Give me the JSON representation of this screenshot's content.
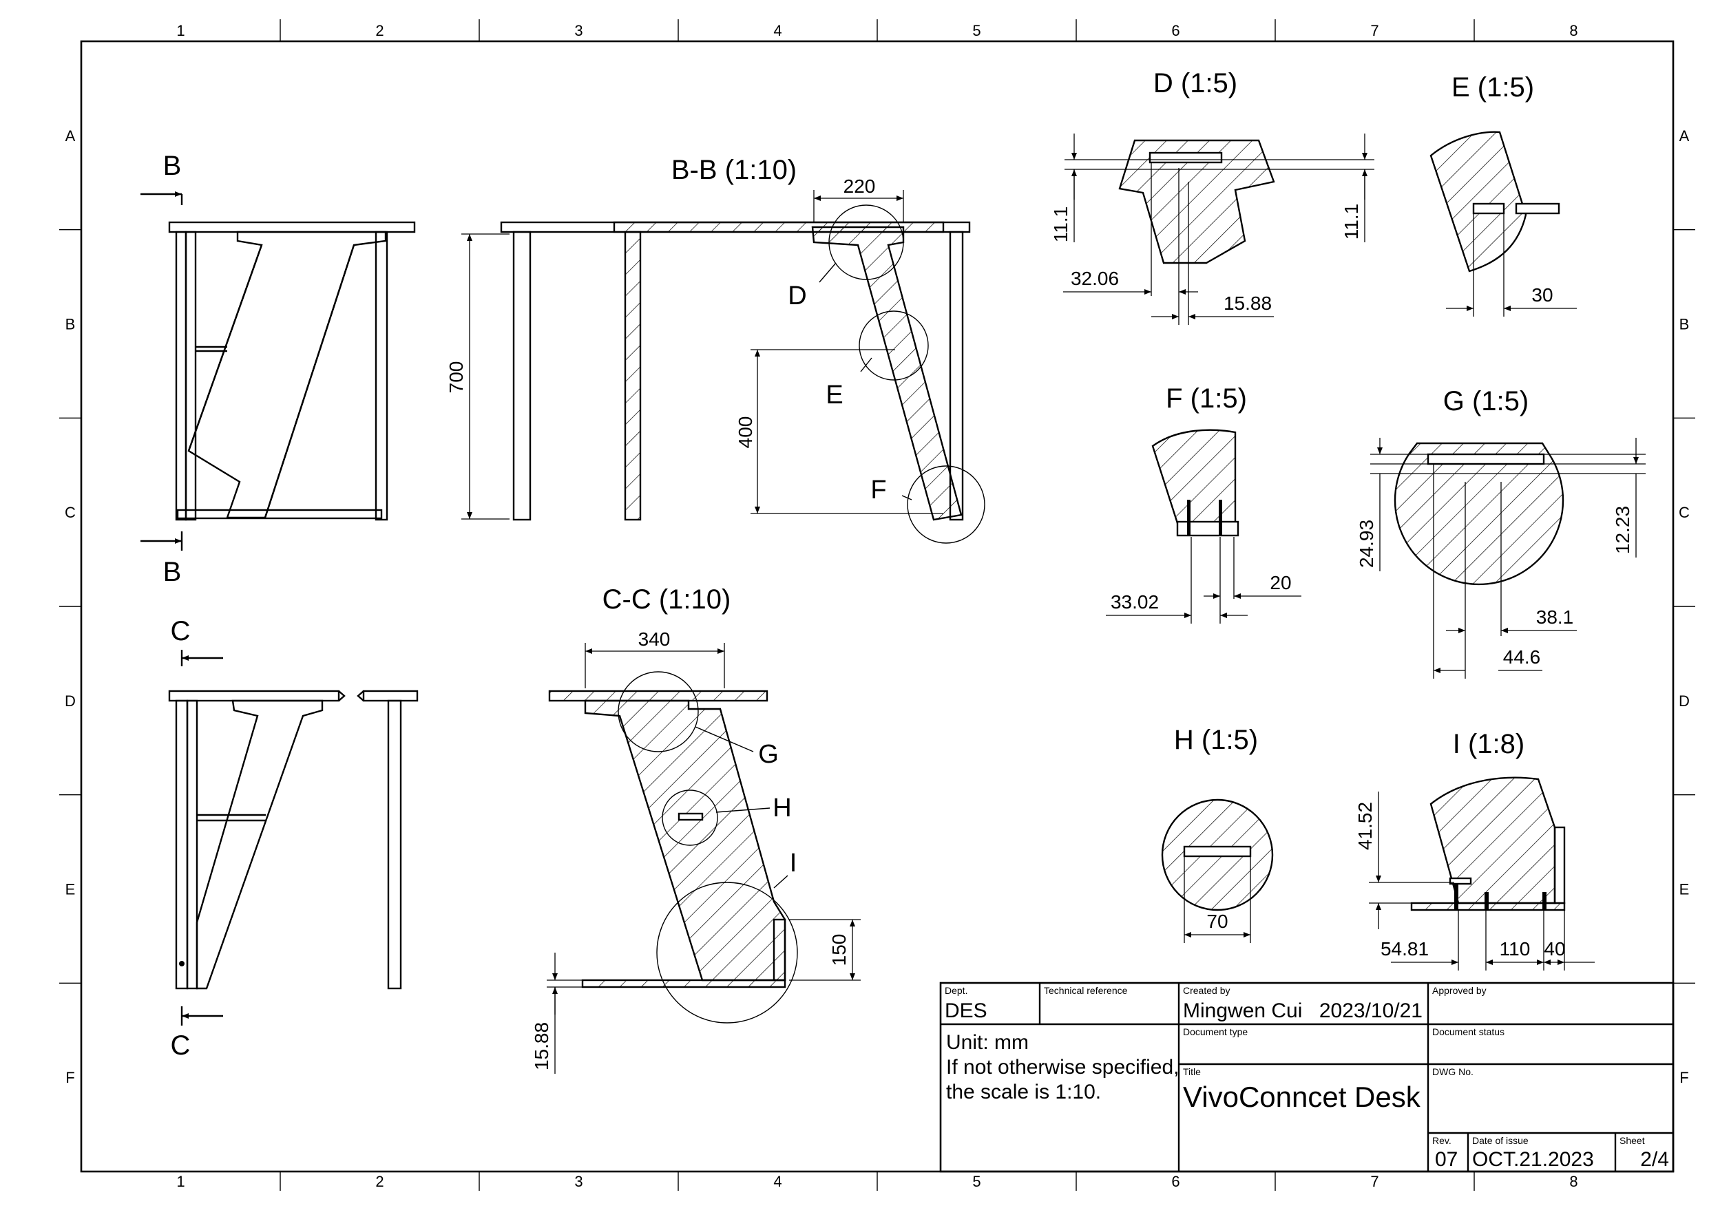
{
  "zones": {
    "cols": [
      "1",
      "2",
      "3",
      "4",
      "5",
      "6",
      "7",
      "8"
    ],
    "rows": [
      "A",
      "B",
      "C",
      "D",
      "E",
      "F"
    ]
  },
  "views": {
    "bb": "B-B (1:10)",
    "cc": "C-C (1:10)",
    "d": "D (1:5)",
    "e": "E (1:5)",
    "f": "F (1:5)",
    "g": "G (1:5)",
    "h": "H (1:5)",
    "i": "I (1:8)"
  },
  "cut_letters": {
    "b": "B",
    "c": "C",
    "d": "D",
    "e": "E",
    "f": "F",
    "g": "G",
    "h": "H",
    "i": "I"
  },
  "dimensions": {
    "bb_220": "220",
    "bb_700": "700",
    "bb_400": "400",
    "cc_340": "340",
    "cc_150": "150",
    "cc_15_88": "15.88",
    "d_11_1_left": "11.1",
    "d_11_1_right": "11.1",
    "d_32_06": "32.06",
    "d_15_88": "15.88",
    "e_30": "30",
    "f_33_02": "33.02",
    "f_20": "20",
    "g_24_93": "24.93",
    "g_12_23": "12.23",
    "g_38_1": "38.1",
    "g_44_6": "44.6",
    "h_70": "70",
    "i_41_52": "41.52",
    "i_54_81": "54.81",
    "i_110": "110",
    "i_40": "40"
  },
  "title_block": {
    "dept_caption": "Dept.",
    "dept": "DES",
    "tech_ref_caption": "Technical reference",
    "created_by_caption": "Created by",
    "created_by": "Mingwen Cui",
    "created_date": "2023/10/21",
    "approved_by_caption": "Approved by",
    "doc_type_caption": "Document type",
    "doc_status_caption": "Document status",
    "notes": [
      "Unit: mm",
      "If not otherwise specified,",
      "the scale is 1:10."
    ],
    "title_caption": "Title",
    "title": "VivoConncet Desk",
    "dwg_caption": "DWG No.",
    "rev_caption": "Rev.",
    "rev": "07",
    "issue_caption": "Date of issue",
    "issue_date": "OCT.21.2023",
    "sheet_caption": "Sheet",
    "sheet": "2/4"
  }
}
